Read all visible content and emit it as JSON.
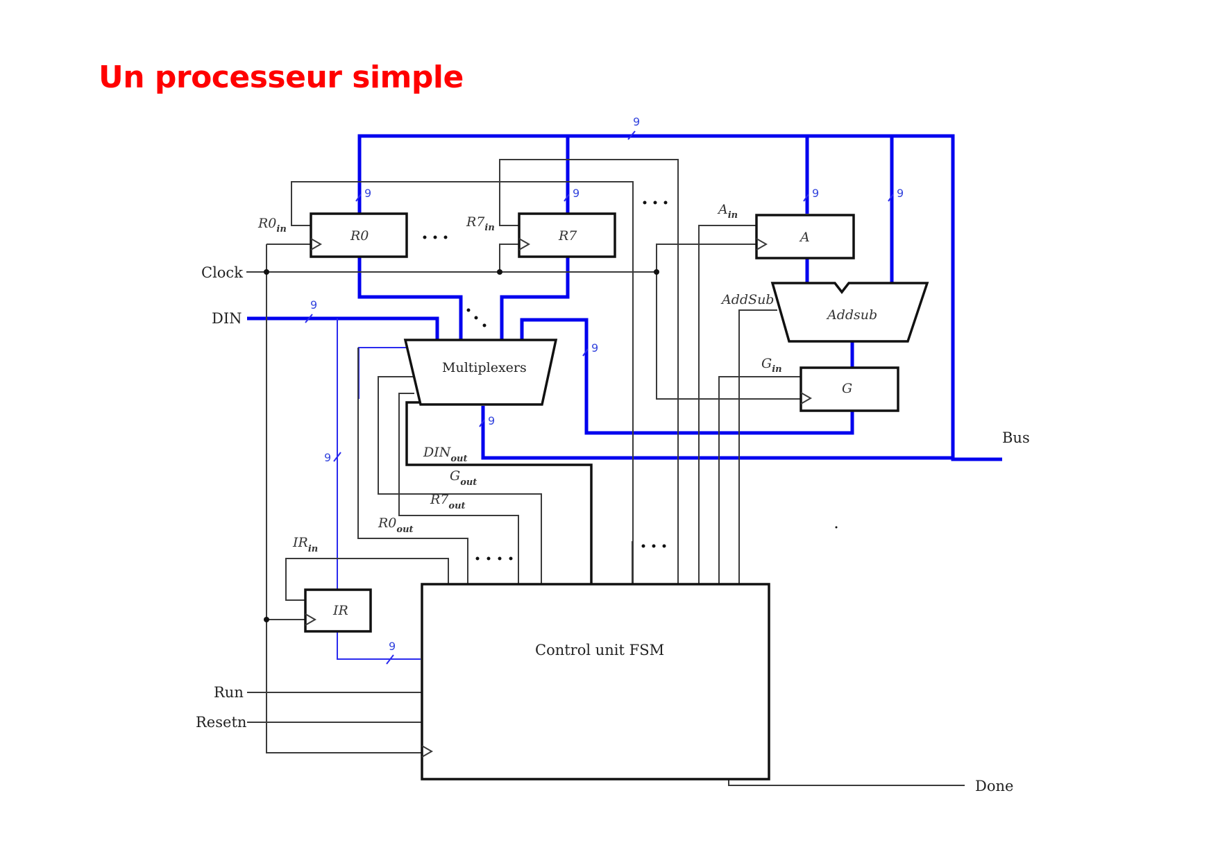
{
  "title": "Un processeur simple",
  "colors": {
    "title": "#ff0000",
    "bus": "#0000ee",
    "wire": "#3a3a3a"
  },
  "bus_width": "9",
  "inputs": {
    "clock": "Clock",
    "din": "DIN",
    "run": "Run",
    "resetn": "Resetn"
  },
  "outputs": {
    "bus": "Bus",
    "done": "Done"
  },
  "registers": {
    "r0": {
      "name": "R0",
      "enable": "R0",
      "enable_sub": "in",
      "out": "R0",
      "out_sub": "out"
    },
    "r7": {
      "name": "R7",
      "enable": "R7",
      "enable_sub": "in",
      "out": "R7",
      "out_sub": "out"
    },
    "a": {
      "name": "A",
      "enable": "A",
      "enable_sub": "in"
    },
    "g": {
      "name": "G",
      "enable": "G",
      "enable_sub": "in",
      "out": "G",
      "out_sub": "out"
    },
    "ir": {
      "name": "IR",
      "enable": "IR",
      "enable_sub": "in"
    }
  },
  "blocks": {
    "mux": "Multiplexers",
    "addsub": "Addsub",
    "addsub_ctrl": "AddSub",
    "fsm": "Control unit FSM"
  },
  "signals": {
    "din_out": "DIN",
    "din_out_sub": "out"
  },
  "ellipsis": "…"
}
